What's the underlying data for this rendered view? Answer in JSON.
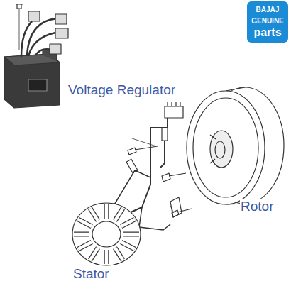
{
  "diagram": {
    "labels": [
      "BAJAJ",
      "GENUINE",
      "parts",
      "Voltage Regulator",
      "Rotor",
      "Stator"
    ]
  }
}
